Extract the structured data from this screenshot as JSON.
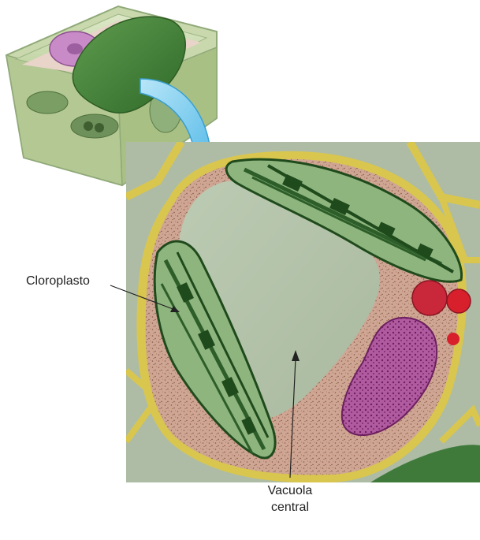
{
  "labels": {
    "cloroplasto": "Cloroplasto",
    "vacuola_line1": "Vacuola",
    "vacuola_line2": "central"
  },
  "colors": {
    "cell_wall": "#d9c64e",
    "cytoplasm": "#cda08f",
    "vacuole": "#b5c4ab",
    "chloroplast": "#3f7a3a",
    "chloroplast_dark": "#1f4a1c",
    "nucleus": "#a0468f",
    "red_bodies": "#c8283a",
    "arrow": "#6cc7ee"
  }
}
